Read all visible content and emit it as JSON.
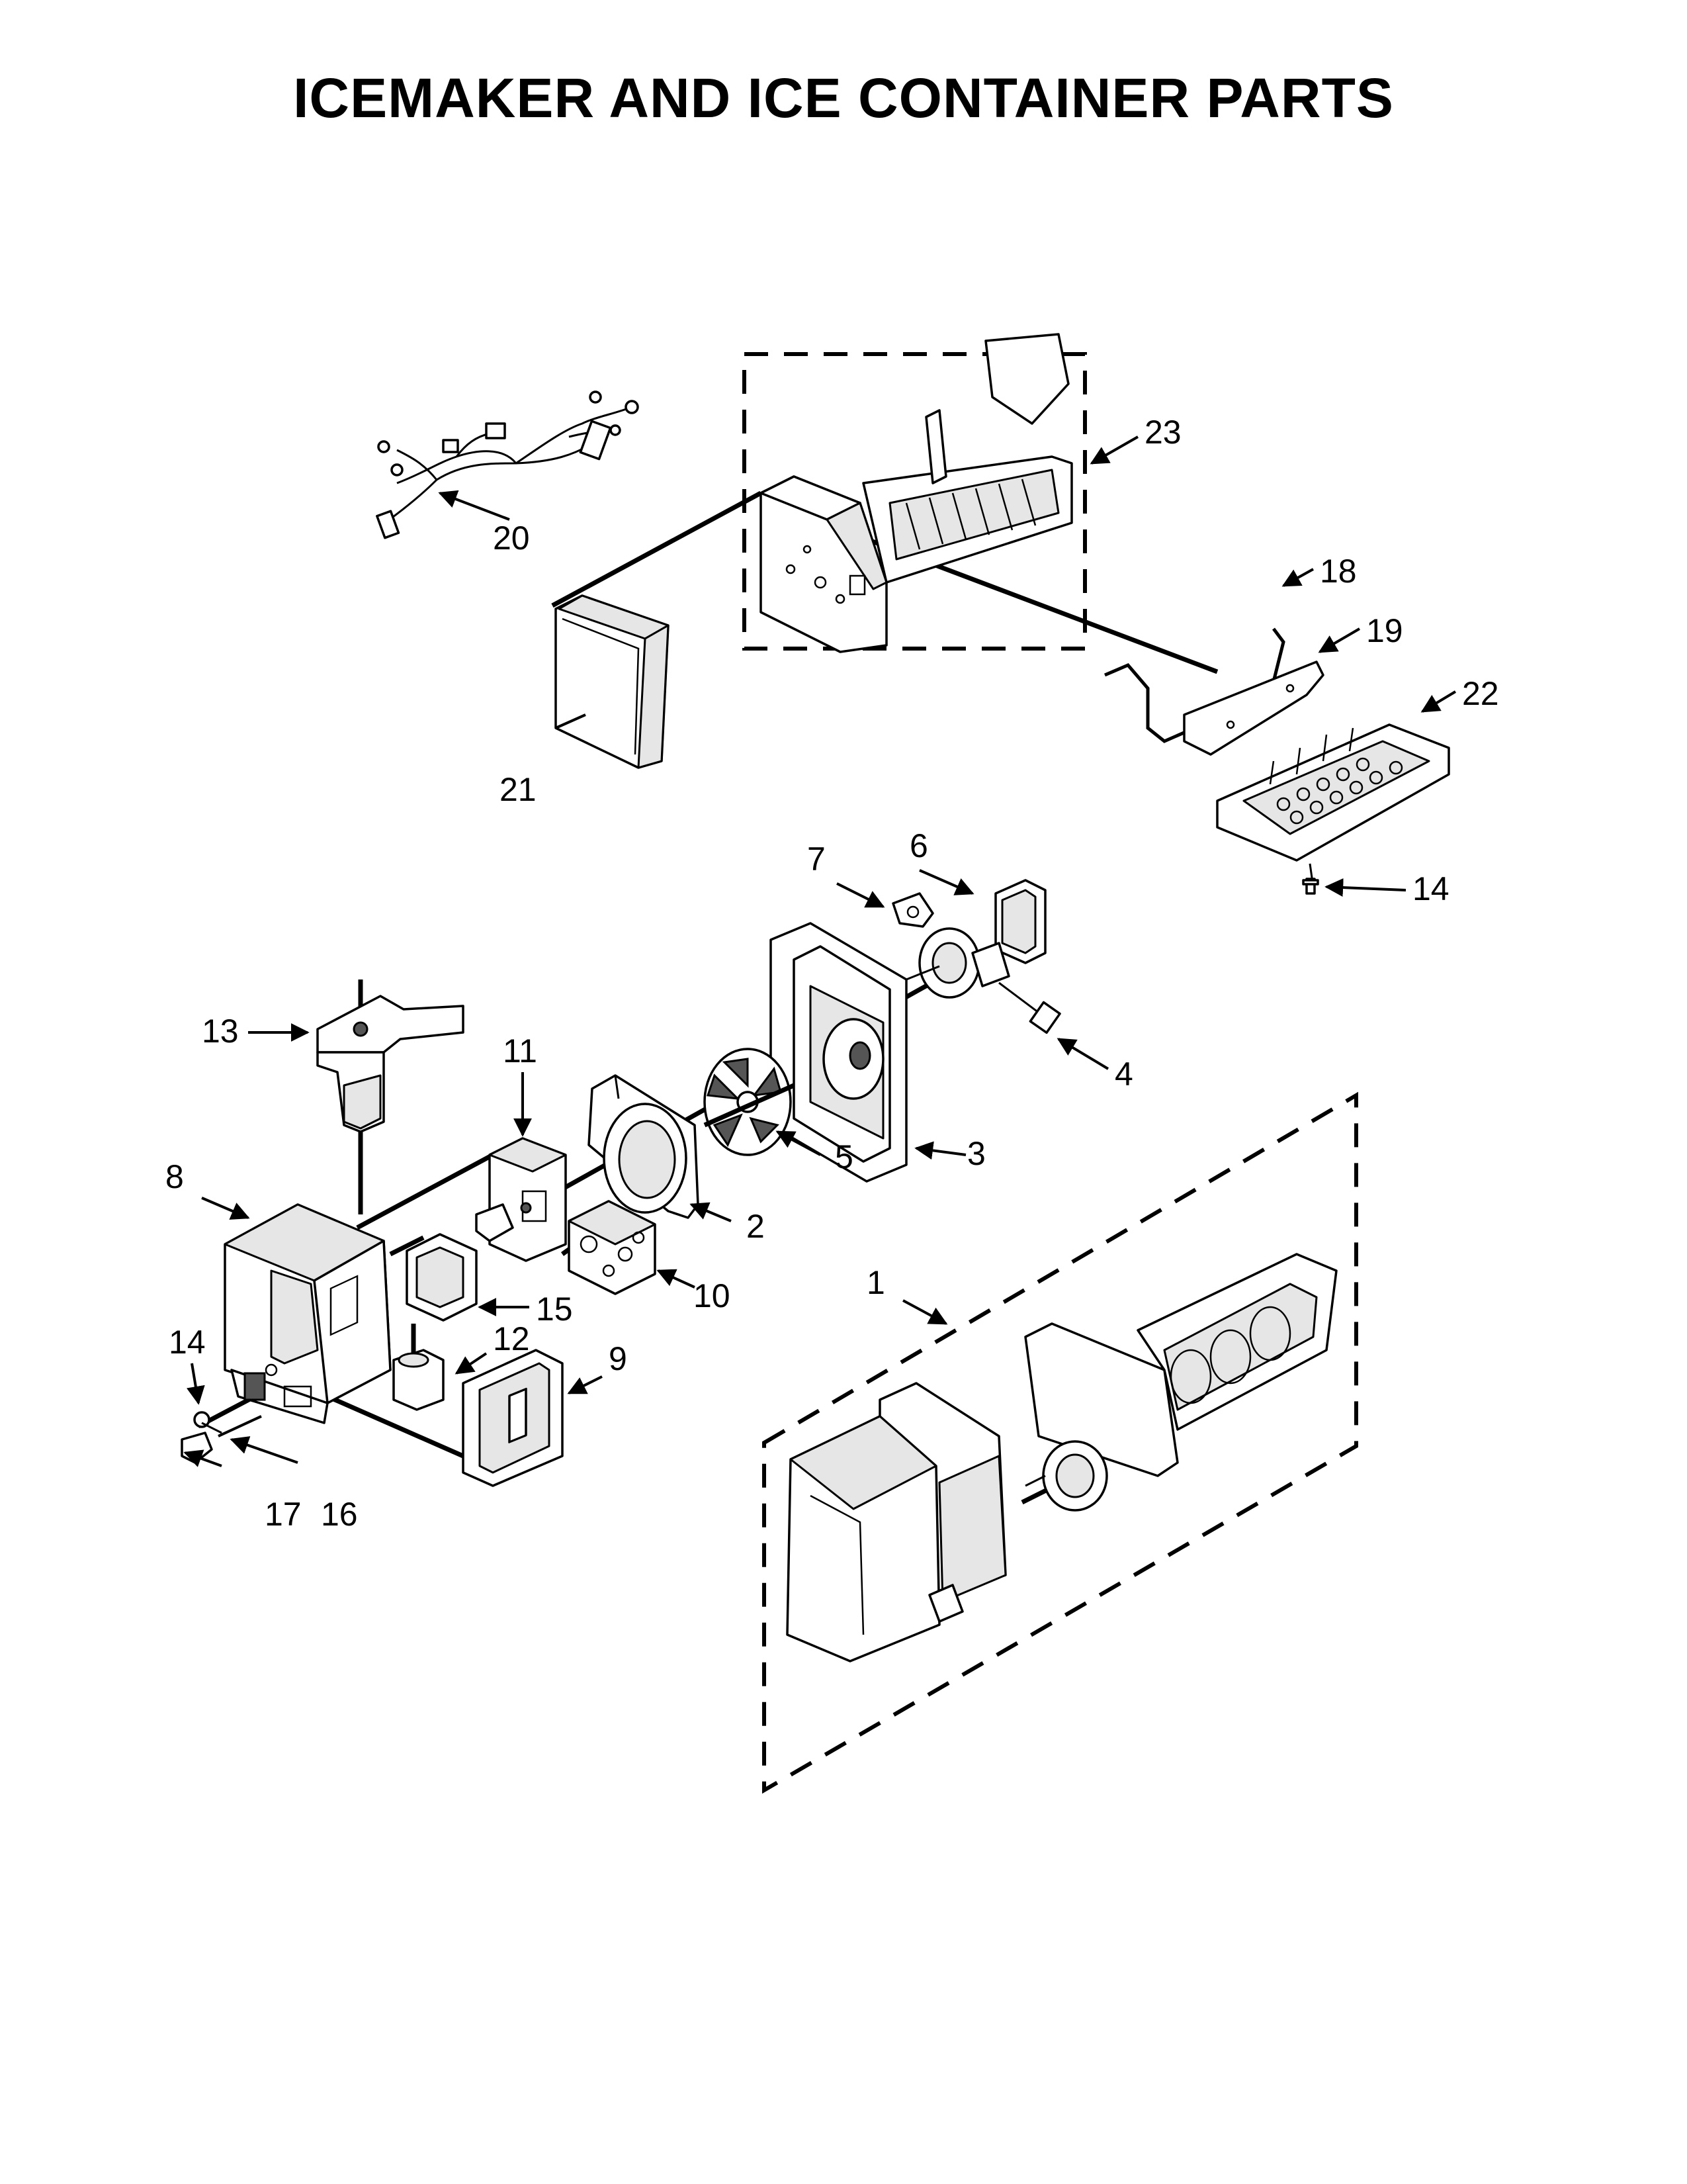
{
  "title": "ICEMAKER AND ICE CONTAINER PARTS",
  "callouts": [
    {
      "id": "1",
      "label": "1"
    },
    {
      "id": "2",
      "label": "2"
    },
    {
      "id": "3",
      "label": "3"
    },
    {
      "id": "4",
      "label": "4"
    },
    {
      "id": "5",
      "label": "5"
    },
    {
      "id": "6",
      "label": "6"
    },
    {
      "id": "7",
      "label": "7"
    },
    {
      "id": "8",
      "label": "8"
    },
    {
      "id": "9",
      "label": "9"
    },
    {
      "id": "10",
      "label": "10"
    },
    {
      "id": "11",
      "label": "11"
    },
    {
      "id": "12",
      "label": "12"
    },
    {
      "id": "13",
      "label": "13"
    },
    {
      "id": "14a",
      "label": "14"
    },
    {
      "id": "14b",
      "label": "14"
    },
    {
      "id": "15",
      "label": "15"
    },
    {
      "id": "16",
      "label": "16"
    },
    {
      "id": "17",
      "label": "17"
    },
    {
      "id": "18",
      "label": "18"
    },
    {
      "id": "19",
      "label": "19"
    },
    {
      "id": "20",
      "label": "20"
    },
    {
      "id": "21",
      "label": "21"
    },
    {
      "id": "22",
      "label": "22"
    },
    {
      "id": "23",
      "label": "23"
    }
  ]
}
